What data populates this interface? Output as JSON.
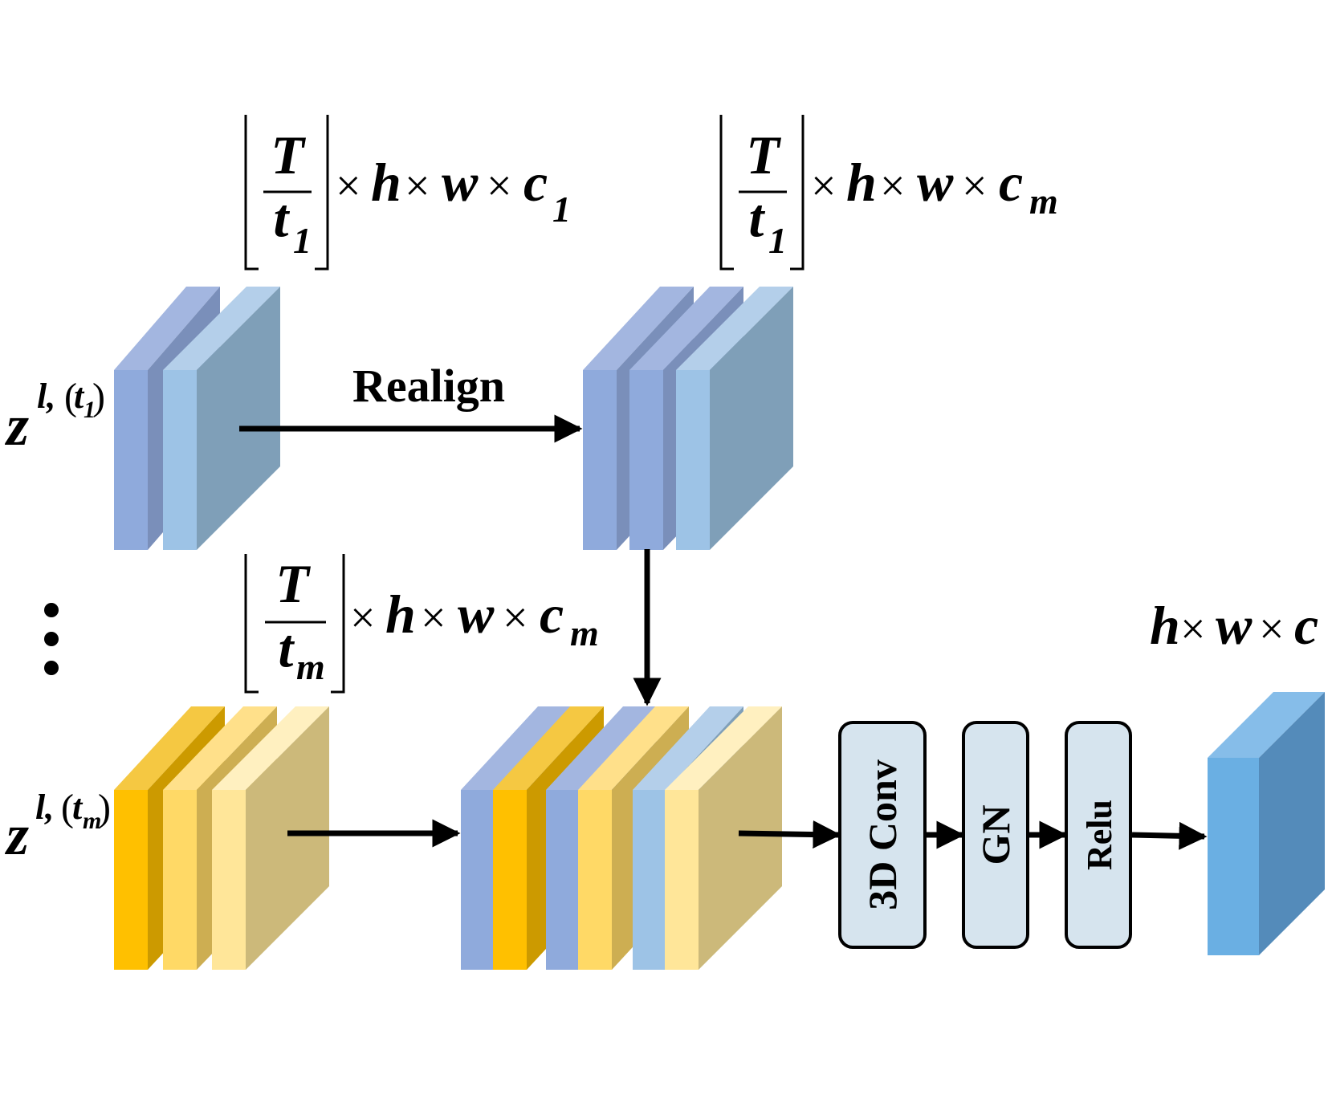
{
  "dims": {
    "top_left": {
      "numerator": "T",
      "denominator": "t",
      "den_sub": "1",
      "rest": "h",
      "rest2": "w",
      "rest3": "c",
      "rest3_sub": "1"
    },
    "top_right": {
      "numerator": "T",
      "denominator": "t",
      "den_sub": "1",
      "rest": "h",
      "rest2": "w",
      "rest3": "c",
      "rest3_sub": "m"
    },
    "middle": {
      "numerator": "T",
      "denominator": "t",
      "den_sub": "m",
      "rest": "h",
      "rest2": "w",
      "rest3": "c",
      "rest3_sub": "m"
    },
    "output": {
      "a": "h",
      "b": "w",
      "c": "c"
    },
    "times": "×"
  },
  "inputs": {
    "z1": {
      "base": "z",
      "sup": "l,",
      "paren_open": "(",
      "t": "t",
      "t_sub": "1",
      "paren_close": ")"
    },
    "zm": {
      "base": "z",
      "sup": "l,",
      "paren_open": "(",
      "t": "t",
      "t_sub": "m",
      "paren_close": ")"
    }
  },
  "labels": {
    "realign": "Realign"
  },
  "ops": {
    "conv": "3D Conv",
    "gn": "GN",
    "relu": "Relu"
  },
  "colors": {
    "blue_front": "#8faadc",
    "blue_side": "#7a8fba",
    "blue_top": "#a3b6e0",
    "lightblue_front": "#9dc3e6",
    "lightblue_side": "#7f9fb8",
    "lightblue_top": "#b4cfea",
    "gold_front": "#ffc000",
    "gold_side": "#cc9a00",
    "gold_top": "#f5c842",
    "yellow_front": "#ffd966",
    "yellow_side": "#cdae52",
    "yellow_top": "#ffe08a",
    "pale_front": "#ffe699",
    "pale_side": "#ccb97a",
    "pale_top": "#fff0c0",
    "out_front": "#6aafe3",
    "out_side": "#548bba",
    "out_top": "#86bde9",
    "op_fill": "#d6e4ee"
  }
}
